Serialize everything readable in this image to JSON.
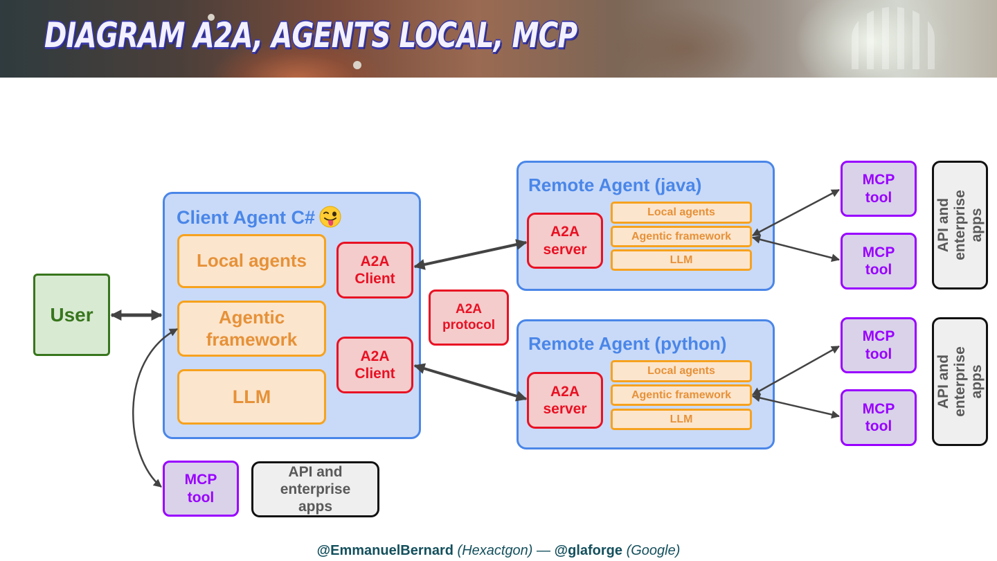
{
  "slide": {
    "title": "Diagram A2A, agents local, MCP"
  },
  "user": {
    "label": "User"
  },
  "client_agent": {
    "title": "Client Agent C#",
    "emoji": "winking-tongue-emoji",
    "components": [
      "Local agents",
      "Agentic framework",
      "LLM"
    ],
    "a2a_client_top": "A2A Client",
    "a2a_client_bottom": "A2A Client"
  },
  "a2a_protocol": {
    "label": "A2A protocol"
  },
  "remote_java": {
    "title": "Remote Agent (java)",
    "server": "A2A server",
    "components": [
      "Local agents",
      "Agentic framework",
      "LLM"
    ],
    "mcp_tools": [
      "MCP tool",
      "MCP tool"
    ],
    "api_apps": "API and enterprise apps"
  },
  "remote_python": {
    "title": "Remote Agent (python)",
    "server": "A2A server",
    "components": [
      "Local agents",
      "Agentic framework",
      "LLM"
    ],
    "mcp_tools": [
      "MCP tool",
      "MCP tool"
    ],
    "api_apps": "API and enterprise apps"
  },
  "local_tools": {
    "mcp_tool": "MCP tool",
    "api_apps": "API and enterprise apps"
  },
  "footer": {
    "handle1": "@EmmanuelBernard",
    "org1": "(Hexactgon)",
    "separator": " — ",
    "handle2": "@glaforge",
    "org2": "(Google)"
  },
  "colors": {
    "container_fill": "#c9daf8",
    "container_border": "#4a86e8",
    "orange_fill": "#fce5cd",
    "orange_border": "#f6a21e",
    "red_fill": "#f4cccc",
    "red_border": "#e81123",
    "mcp_fill": "#d9d2e9",
    "mcp_border": "#9900ff",
    "user_fill": "#d9ead3",
    "user_border": "#38761d",
    "arrow": "#434343"
  }
}
